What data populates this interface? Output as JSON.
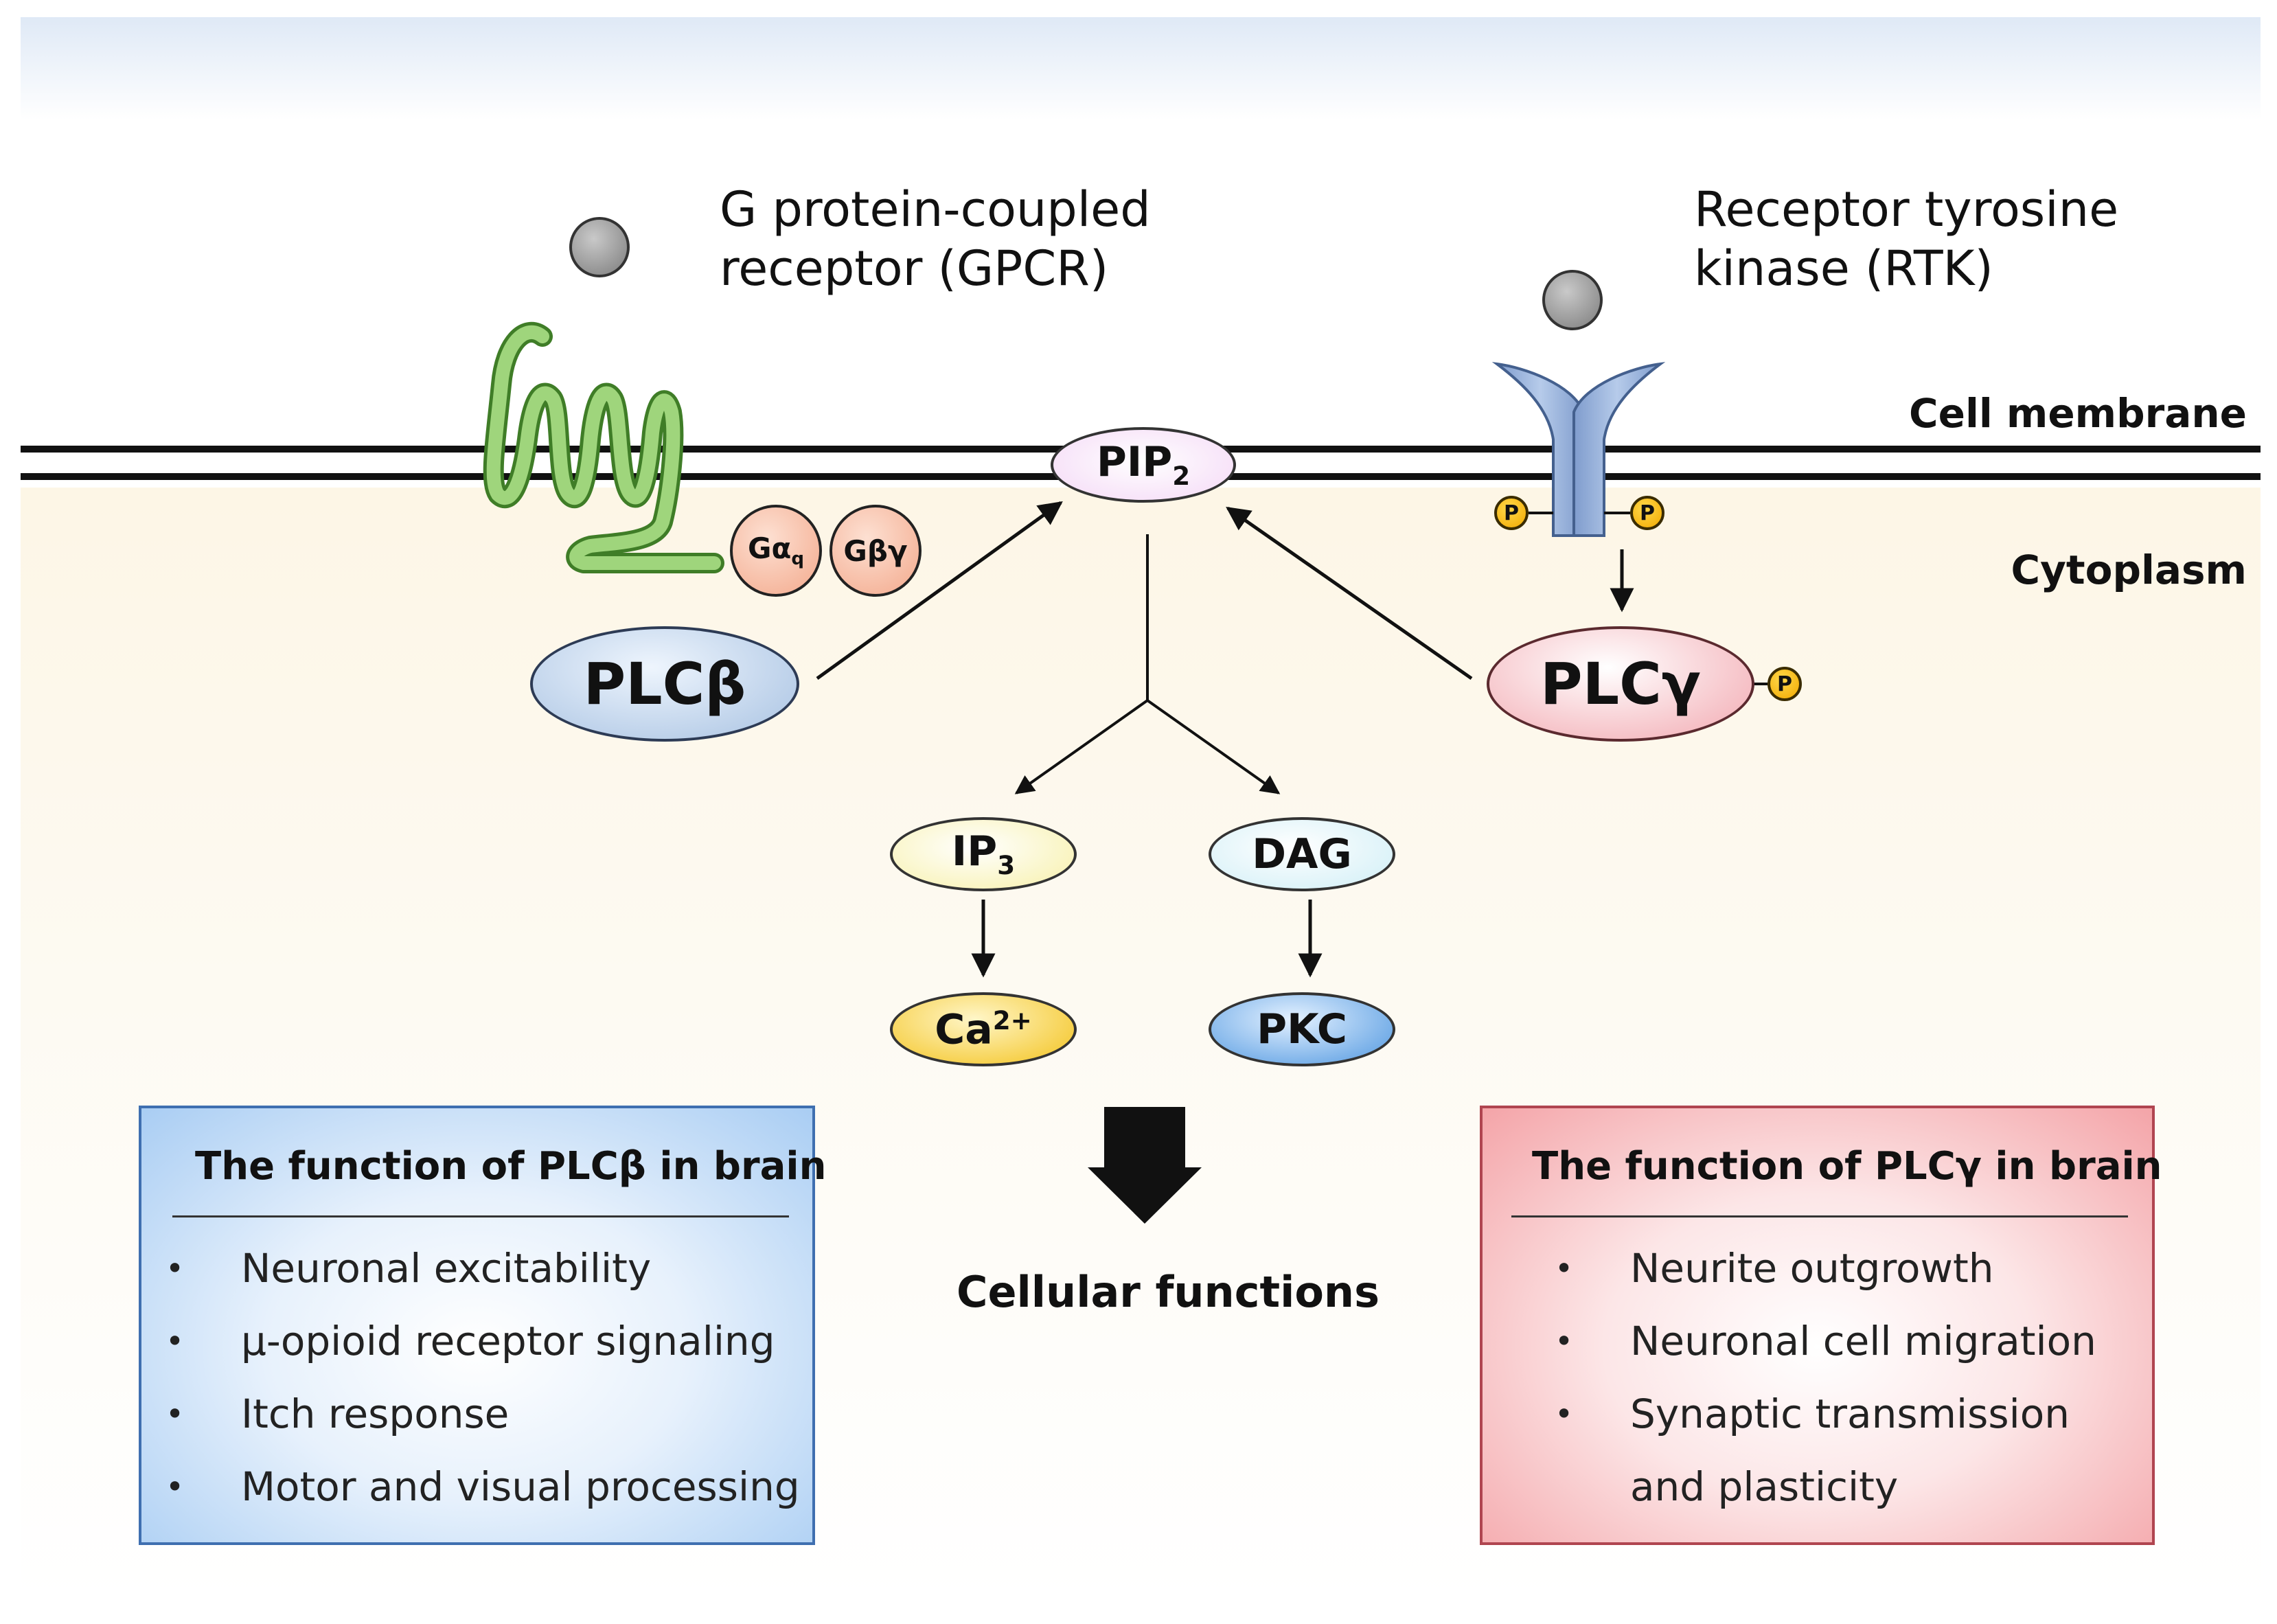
{
  "labels": {
    "gpcr_line1": "G protein-coupled",
    "gpcr_line2": "receptor (GPCR)",
    "rtk_line1": "Receptor tyrosine",
    "rtk_line2": "kinase (RTK)",
    "cell_membrane": "Cell membrane",
    "cytoplasm": "Cytoplasm",
    "cellular_functions": "Cellular functions"
  },
  "nodes": {
    "pip2": {
      "base": "PIP",
      "sub": "2"
    },
    "g_alpha_q": {
      "base": "Gα",
      "sub": "q"
    },
    "g_beta_gamma": "Gβγ",
    "plc_beta": "PLCβ",
    "plc_gamma": "PLCγ",
    "ip3": {
      "base": "IP",
      "sub": "3"
    },
    "dag": "DAG",
    "ca2": {
      "base": "Ca",
      "sup": "2+"
    },
    "pkc": "PKC"
  },
  "phospho_label": "P",
  "panels": {
    "plc_beta": {
      "title": "The function of PLCβ in brain",
      "items": [
        "Neuronal excitability",
        "μ-opioid receptor signaling",
        "Itch response",
        "Motor and visual processing"
      ]
    },
    "plc_gamma": {
      "title": "The function of PLCγ in brain",
      "items": [
        "Neurite outgrowth",
        "Neuronal cell migration",
        "Synaptic transmission",
        "and plasticity"
      ]
    }
  },
  "colors": {
    "gpcr_green": "#8cc96a",
    "rtk_blue": "#9db6dd",
    "plc_beta_panel": "#a9cdf3",
    "plc_gamma_panel": "#f4a4a8",
    "phospho_gold": "#f2a900"
  }
}
